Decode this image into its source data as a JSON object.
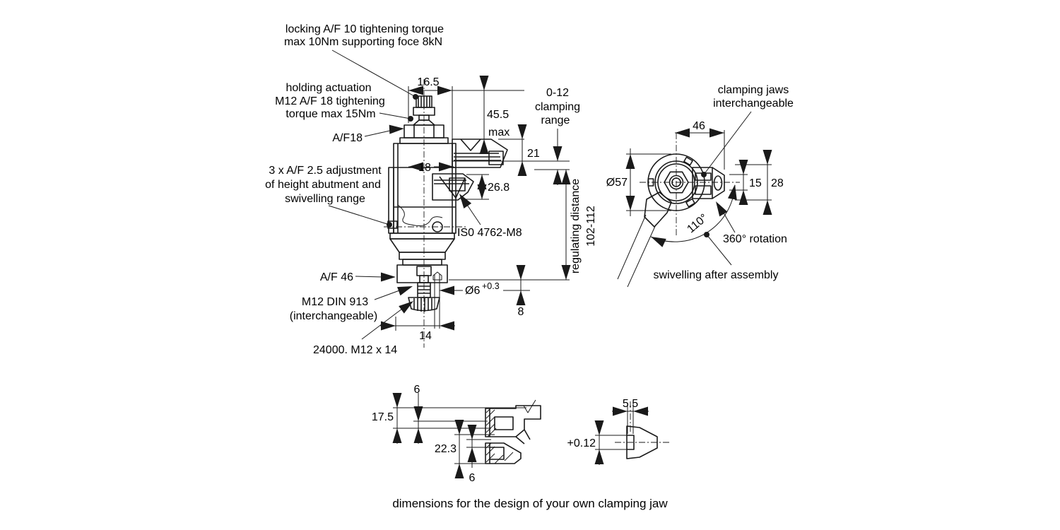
{
  "caption": "dimensions for the design of your own clamping jaw",
  "colors": {
    "ink": "#1a1a1a",
    "background": "#ffffff"
  },
  "front_view": {
    "callouts": {
      "locking_1": "locking A/F 10 tightening torque",
      "locking_2": "max 10Nm supporting foce 8kN",
      "holding_1": "holding actuation",
      "holding_2": "M12 A/F 18 tightening",
      "holding_3": "torque max 15Nm",
      "af18": "A/F18",
      "adjust_1": "3 x A/F 2.5 adjustment",
      "adjust_2": "of height abutment and",
      "adjust_3": "swivelling range",
      "iso": "IS0 4762-M8",
      "af46": "A/F 46",
      "m12_1": "M12 DIN 913",
      "m12_2": "(interchangeable)",
      "order": "24000. M12 x 14"
    },
    "dims": {
      "w165": "16.5",
      "h455": "45.5",
      "h455_suffix": "max",
      "h21": "21",
      "clamp_1": "0-12",
      "clamp_2": "clamping",
      "clamp_3": "range",
      "w18": "18",
      "h268": "26.8",
      "reg_1": "regulating distance",
      "reg_2": "102-112",
      "dia6": "Ø6",
      "dia6_tol": "+0.3",
      "h8": "8",
      "w14": "14"
    }
  },
  "side_view": {
    "callouts": {
      "jaws_1": "clamping jaws",
      "jaws_2": "interchangeable",
      "rotation": "360° rotation",
      "swivel": "swivelling after assembly"
    },
    "dims": {
      "w46": "46",
      "dia57": "Ø57",
      "h15": "15",
      "h28": "28",
      "angle110": "110°"
    }
  },
  "detail_views": {
    "section": {
      "t6_top": "6",
      "l175": "17.5",
      "l223": "22.3",
      "t6_bottom": "6"
    },
    "top": {
      "w55": "5.5",
      "tol": "+0.12"
    }
  }
}
